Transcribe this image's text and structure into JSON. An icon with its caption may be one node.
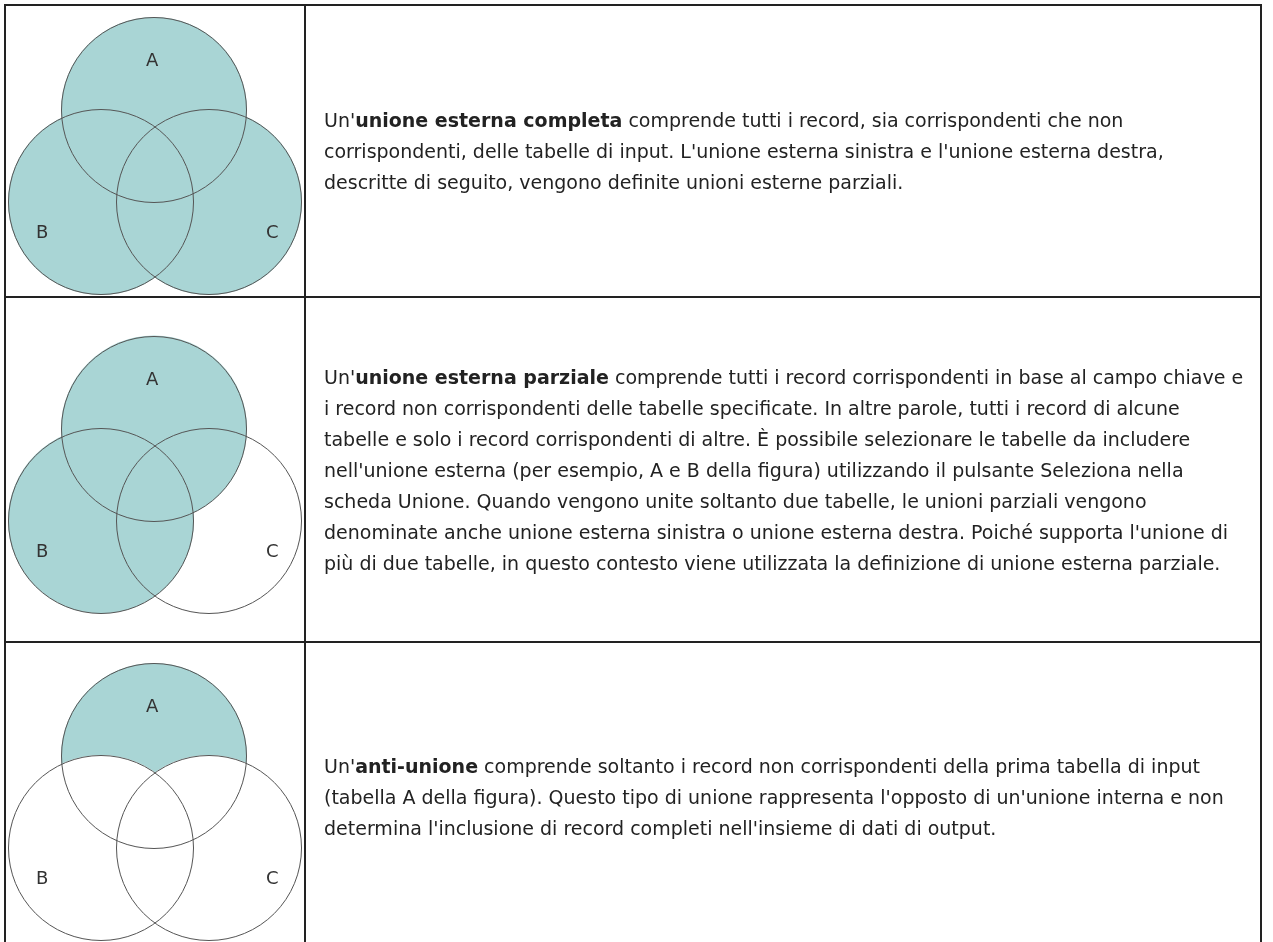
{
  "diagram": {
    "nodes": [
      {
        "text": [
          "A"
        ]
      },
      {
        "text": [
          "B"
        ]
      },
      {
        "text": [
          "C"
        ]
      },
      {
        "text": [
          "A"
        ]
      },
      {
        "text": [
          "B"
        ]
      },
      {
        "text": [
          "C"
        ]
      },
      {
        "text": [
          "A"
        ]
      },
      {
        "text": [
          "B"
        ]
      },
      {
        "text": [
          "C"
        ]
      }
    ],
    "edges": [],
    "labels": [
      "Un'**unione esterna completa** comprende tutti i record, sia corrispondenti che non corrispondenti, delle tabelle di input. L'unione esterna sinistra e l'unione esterna destra, descritte di seguito, vengono definite unioni esterne parziali.",
      "Un'**unione esterna parziale** comprende tutti i record corrispondenti in base al campo chiave e i record non corrispondenti delle tabelle specificate. In altre parole, tutti i record di alcune tabelle e solo i record corrispondenti di altre. È possibile selezionare le tabelle da includere nell'unione esterna (per esempio, A e B della figura) utilizzando il pulsante Seleziona nella scheda Unione. Quando vengono unite soltanto due tabelle, le unioni parziali vengono denominate anche unione esterna sinistra o unione esterna destra. Poiché supporta l'unione di più di due tabelle, in questo contesto viene utilizzata la definizione di unione esterna parziale.",
      "Un'**anti-unione** comprende soltanto i record non corrispondenti della prima tabella di input (tabella A della figura). Questo tipo di unione rappresenta l'opposto di un'unione interna e non determina l'inclusione di record completi nell'insieme di dati di output."
    ]
  }
}
